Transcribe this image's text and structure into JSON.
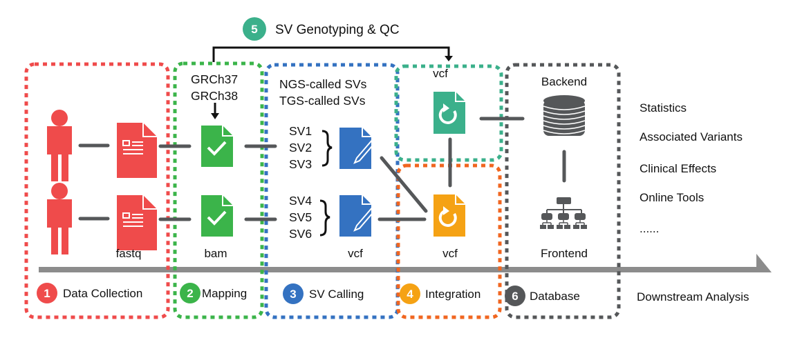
{
  "colors": {
    "red": "#ef4b4b",
    "green": "#3bb44a",
    "blue": "#3472c1",
    "teal": "#3bb08b",
    "orange": "#f06620",
    "amber": "#f5a214",
    "gray": "#555759",
    "arrow_gray": "#8c8c8c"
  },
  "top_step": {
    "number": "5",
    "label": "SV Genotyping & QC"
  },
  "stages": [
    {
      "number": "1",
      "label": "Data Collection"
    },
    {
      "number": "2",
      "label": "Mapping"
    },
    {
      "number": "3",
      "label": "SV Calling"
    },
    {
      "number": "4",
      "label": "Integration"
    },
    {
      "number": "6",
      "label": "Database"
    }
  ],
  "mapping": {
    "refs": [
      "GRCh37",
      "GRCh38"
    ],
    "file_label": "bam"
  },
  "collection": {
    "file_label": "fastq"
  },
  "calling": {
    "header": [
      "NGS-called SVs",
      "TGS-called SVs"
    ],
    "group1": [
      "SV1",
      "SV2",
      "SV3"
    ],
    "group2": [
      "SV4",
      "SV5",
      "SV6"
    ],
    "file_label": "vcf"
  },
  "genotyping": {
    "file_label": "vcf"
  },
  "integration": {
    "file_label": "vcf"
  },
  "database": {
    "backend": "Backend",
    "frontend": "Frontend"
  },
  "downstream": {
    "title": "Downstream Analysis",
    "items": [
      "Statistics",
      "Associated Variants",
      "Clinical Effects",
      "Online Tools",
      "......"
    ]
  },
  "icons": {
    "person": "person-icon",
    "fastq": "document-icon",
    "bam": "document-check-icon",
    "vcf_called": "document-edit-icon",
    "vcf_merged": "document-refresh-icon",
    "backend": "database-icon",
    "frontend": "sitemap-icon"
  }
}
